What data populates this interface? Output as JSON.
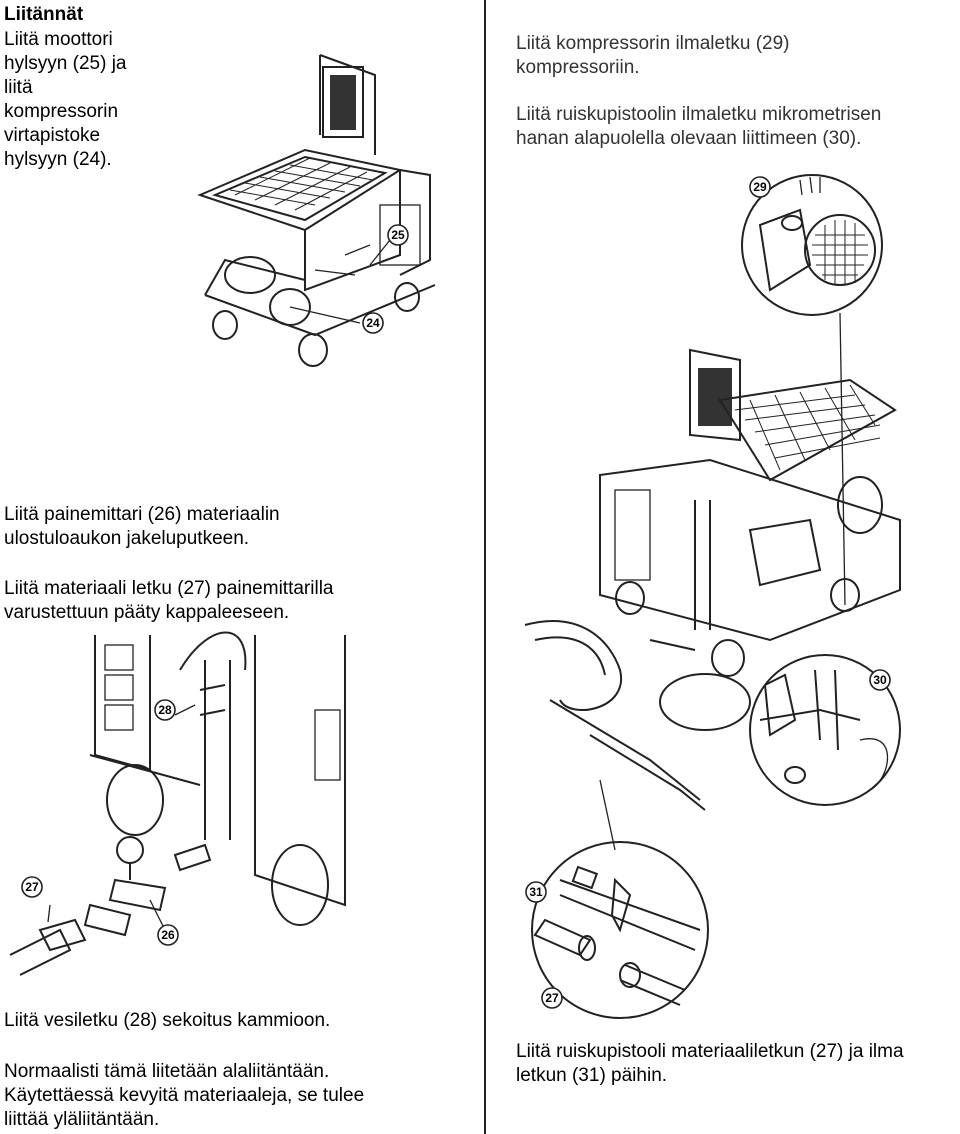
{
  "left": {
    "heading": "Liitännät",
    "intro": [
      "Liitä moottori",
      "hylsyyn (25) ja",
      "liitä",
      "kompressorin",
      "virtapistoke",
      "hylsyyn (24)."
    ],
    "mid1": [
      "Liitä painemittari (26) materiaalin",
      "ulostuloaukon jakeluputkeen."
    ],
    "mid2": [
      "Liitä materiaali letku (27) painemittarilla",
      "varustettuun pääty kappaleeseen."
    ],
    "bottom1": "Liitä vesiletku (28) sekoitus kammioon.",
    "bottom2": [
      "Normaalisti tämä liitetään alaliitäntään.",
      "Käytettäessä kevyitä materiaaleja, se tulee",
      "liittää yläliitäntään."
    ]
  },
  "right": {
    "top1": [
      "Liitä kompressorin ilmaletku (29)",
      "kompressoriin."
    ],
    "top2": [
      "Liitä ruiskupistoolin ilmaletku mikrometrisen",
      "hanan alapuolella olevaan liittimeen (30)."
    ],
    "bottom": [
      "Liitä ruiskupistooli materiaaliletkun (27) ja ilma",
      "letkun (31) päihin."
    ]
  },
  "callouts": {
    "c24": "24",
    "c25": "25",
    "c26": "26",
    "c27a": "27",
    "c28": "28",
    "c29": "29",
    "c30": "30",
    "c31": "31",
    "c27b": "27"
  }
}
